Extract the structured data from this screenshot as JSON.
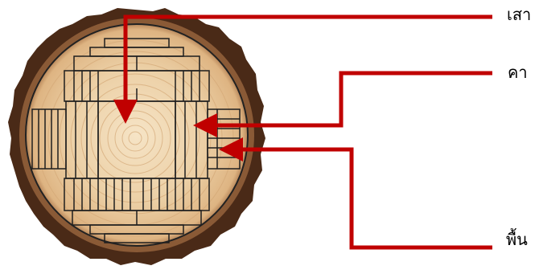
{
  "labels": {
    "post": "เสา",
    "beam": "คา",
    "floor": "พื้น"
  },
  "colors": {
    "arrow": "#c00000",
    "bark_outer": "#4a2a17",
    "bark_inner": "#7a4a2b",
    "wood": "#e9c79b",
    "wood_core": "#f3ddb9",
    "ring": "#d4a877",
    "cut_line": "#222222"
  },
  "icons": {
    "log": "log-cross-section-icon",
    "arrow": "arrow-icon"
  }
}
